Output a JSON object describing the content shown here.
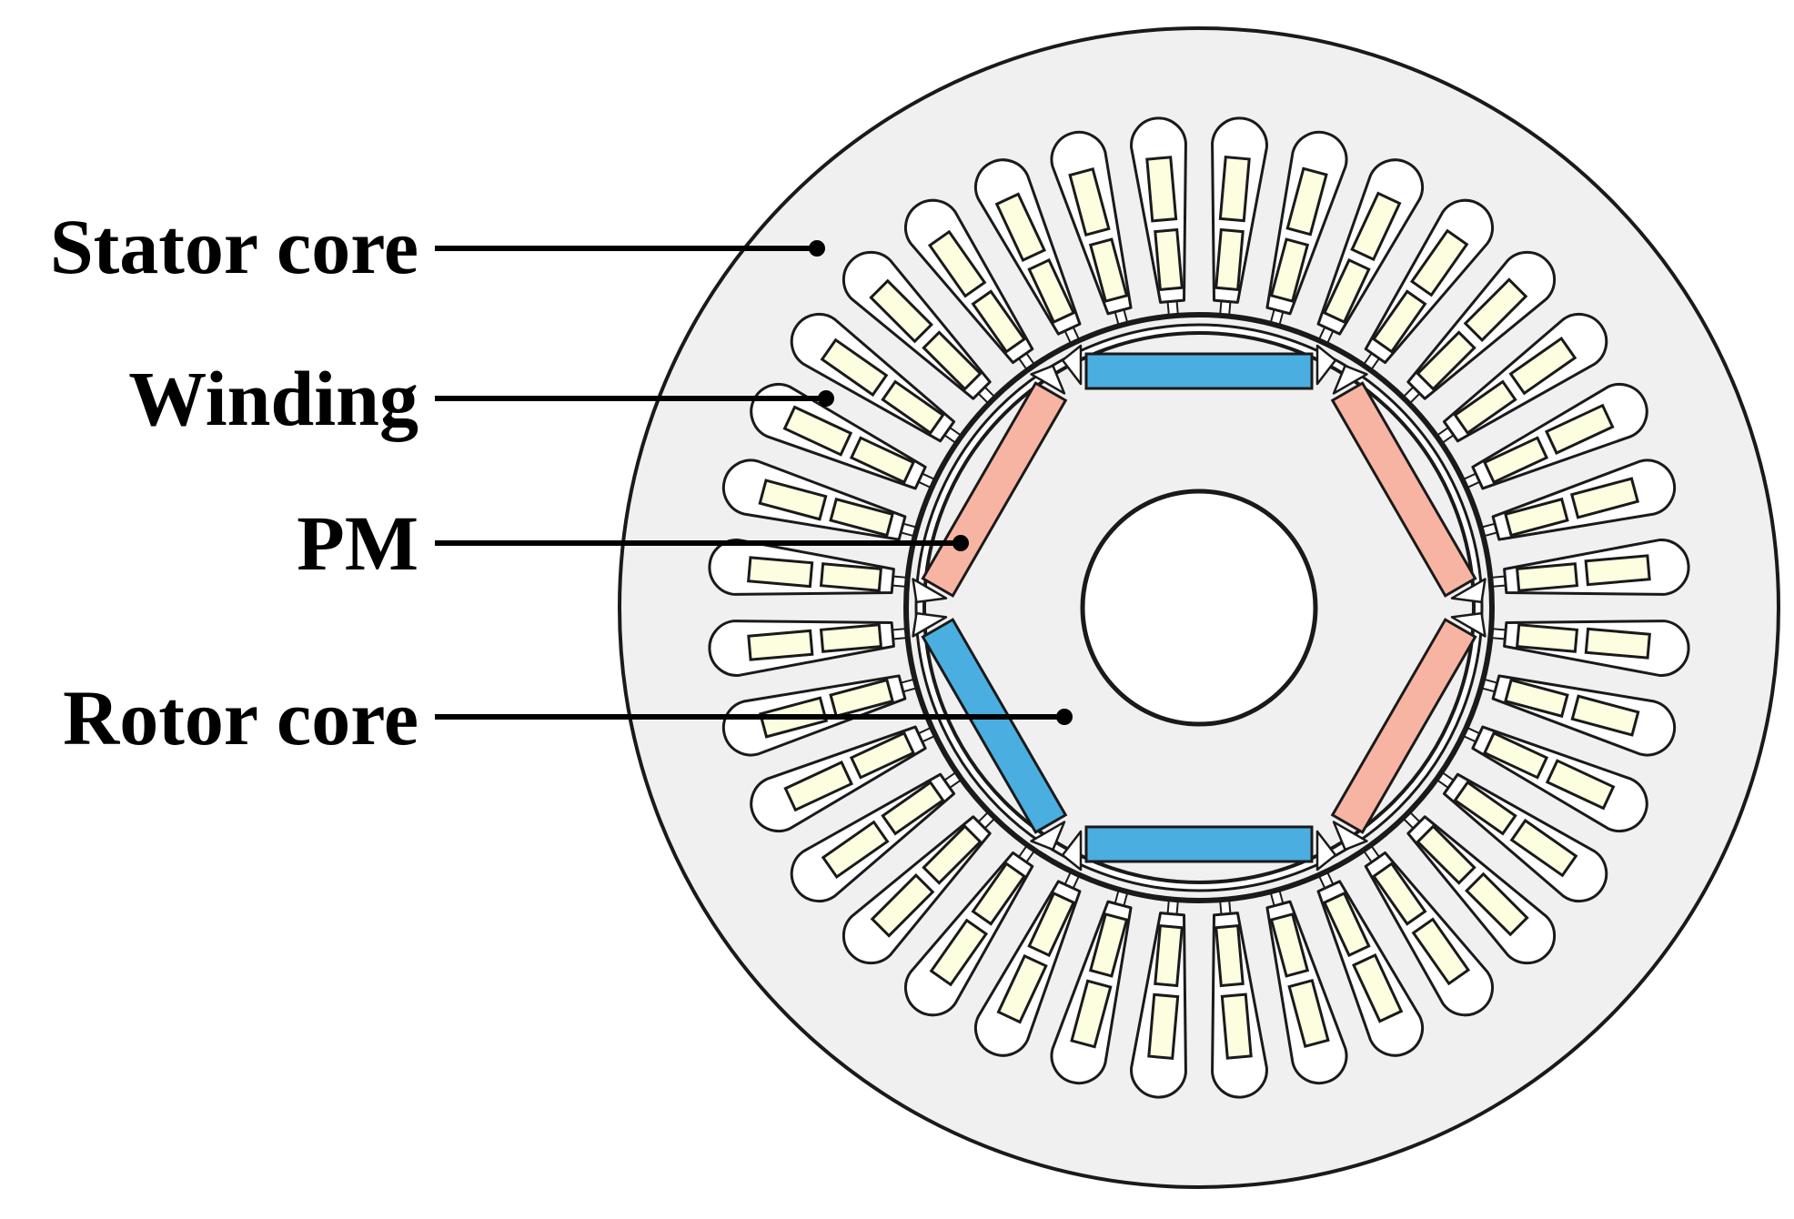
{
  "labels": {
    "stator": "Stator core",
    "winding": "Winding",
    "pm": "PM",
    "rotor": "Rotor core"
  },
  "stator_slots": 36,
  "rotor_poles": 6,
  "colors": {
    "core_fill": "#f0f0f0",
    "outline": "#1a1a1a",
    "coil_fill": "#fdfde0",
    "pm_blue": "#4aaee0",
    "pm_salmon": "#f8b4a2",
    "shaft_fill": "#ffffff"
  }
}
